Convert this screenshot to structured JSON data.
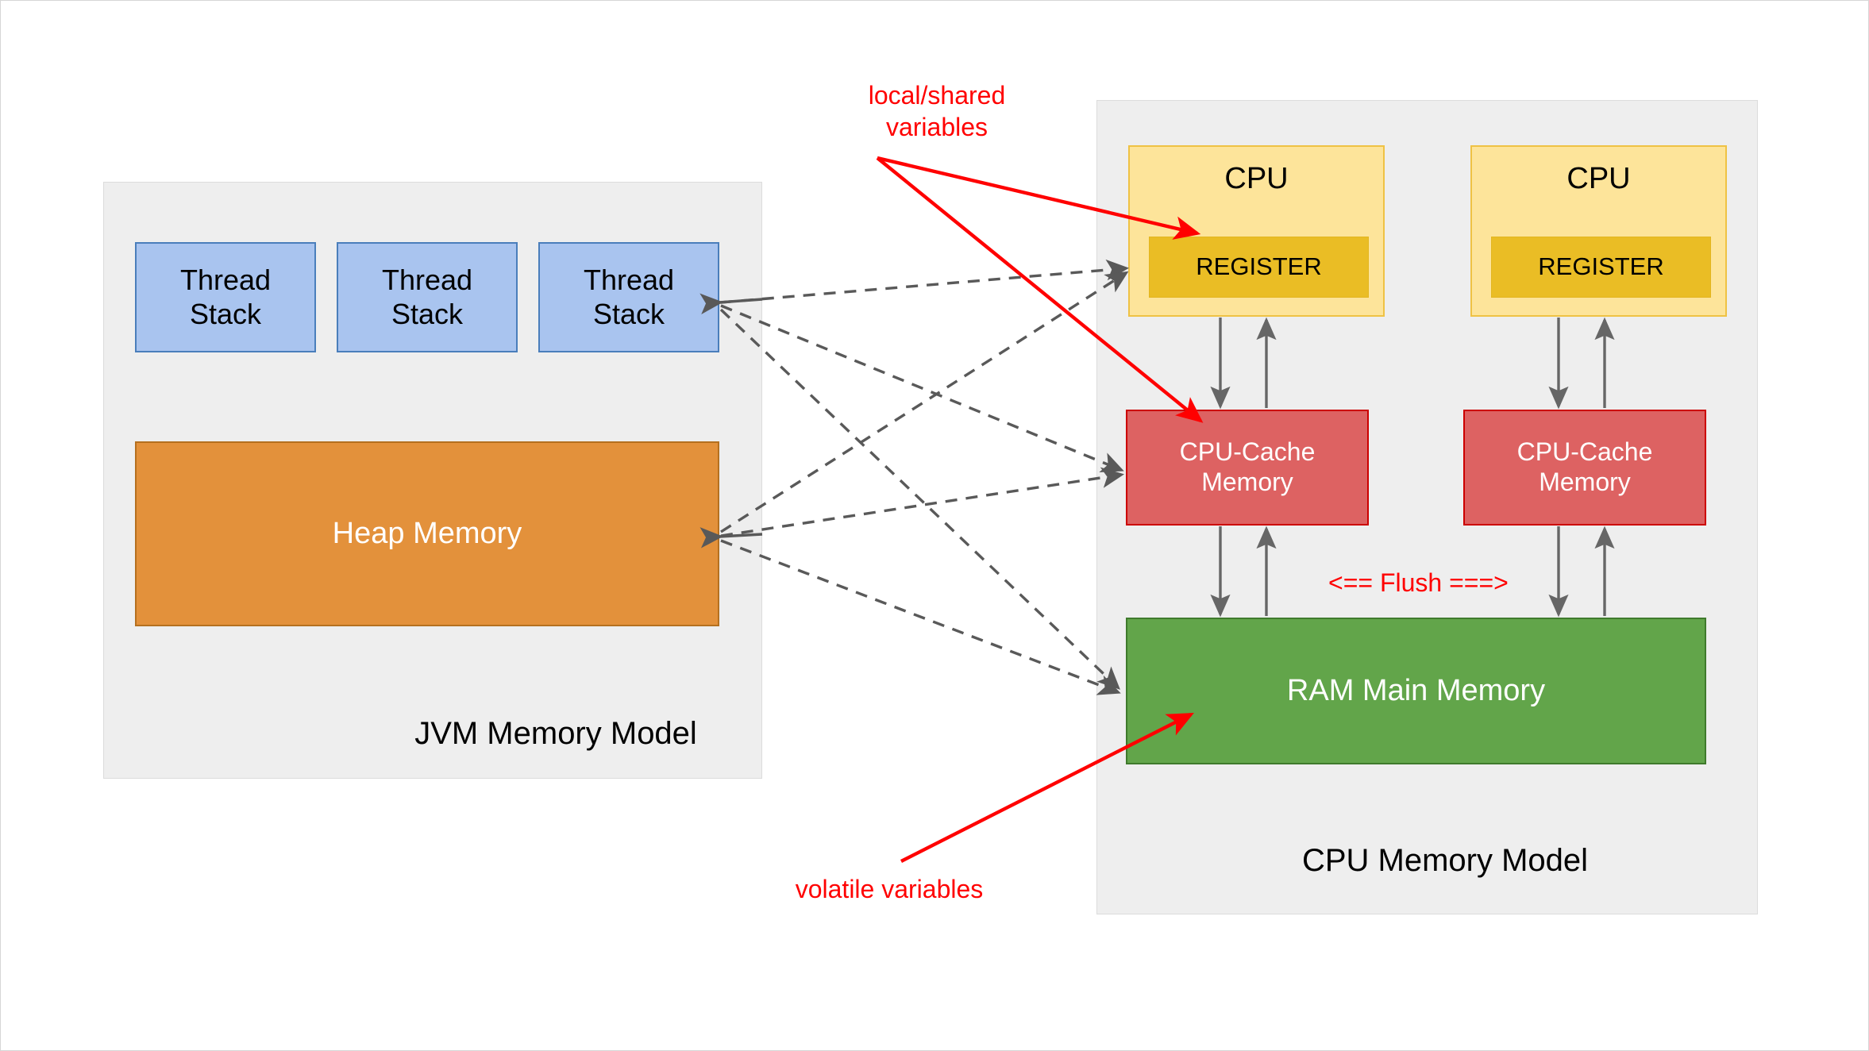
{
  "diagram": {
    "title": "JVM Memory Model and CPU Memory Model",
    "colors": {
      "group_fill": "#eeeeee",
      "group_border": "#dcdcdc",
      "thread_fill": "#a9c4ef",
      "thread_border": "#4a7ebb",
      "heap_fill": "#e3913b",
      "heap_border": "#b5701f",
      "cpu_fill": "#fde49a",
      "cpu_border": "#efc244",
      "register_fill": "#eabd25",
      "cache_fill": "#dd6262",
      "cache_border": "#cc0000",
      "ram_fill": "#62a54a",
      "ram_border": "#3f7a2c",
      "annotation": "#ff0000",
      "dashed_arrow": "#595959",
      "solid_arrow": "#666666"
    }
  },
  "jvm_group": {
    "label": "JVM Memory Model",
    "thread_stacks": [
      {
        "label": "Thread\nStack"
      },
      {
        "label": "Thread\nStack"
      },
      {
        "label": "Thread\nStack"
      }
    ],
    "heap": {
      "label": "Heap Memory"
    }
  },
  "cpu_group": {
    "label": "CPU Memory Model",
    "cpus": [
      {
        "title": "CPU",
        "register": "REGISTER",
        "cache": "CPU-Cache\nMemory"
      },
      {
        "title": "CPU",
        "register": "REGISTER",
        "cache": "CPU-Cache\nMemory"
      }
    ],
    "ram": {
      "label": "RAM Main Memory"
    },
    "flush_label": "<== Flush ===>"
  },
  "annotations": [
    {
      "name": "local-shared-variables",
      "label": "local/shared\nvariables"
    },
    {
      "name": "volatile-variables",
      "label": "volatile variables"
    }
  ]
}
